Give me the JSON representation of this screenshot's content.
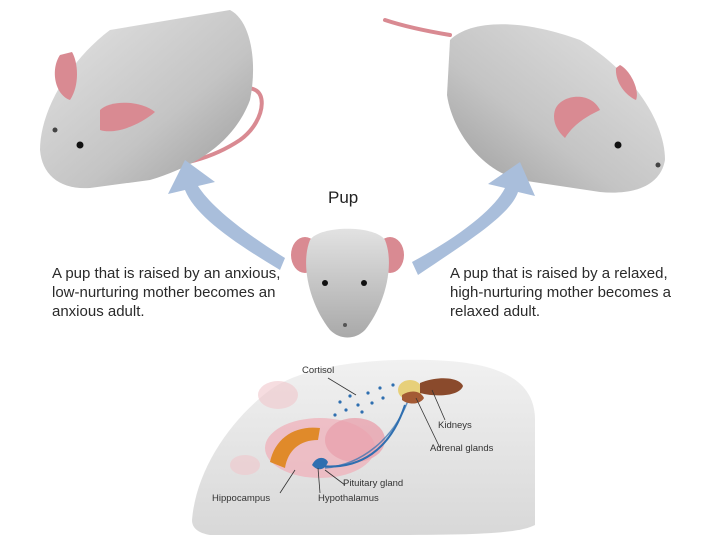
{
  "title": "Pup",
  "captions": {
    "left": "A pup that is raised by an anxious, low-nurturing mother becomes an anxious adult.",
    "right": "A pup that is raised by a relaxed, high-nurturing mother becomes a relaxed adult."
  },
  "labels": {
    "cortisol": "Cortisol",
    "kidneys": "Kidneys",
    "adrenal_glands": "Adrenal glands",
    "pituitary_gland": "Pituitary gland",
    "hippocampus": "Hippocampus",
    "hypothalamus": "Hypothalamus"
  },
  "colors": {
    "mouse_body": "#c9c9c9",
    "ear": "#d98a92",
    "arrow": "#a9bedb",
    "hippocampus": "#e08a2a",
    "kidney": "#8a4a2c",
    "adrenal": "#e7d07a",
    "signal": "#2f6fb0"
  }
}
